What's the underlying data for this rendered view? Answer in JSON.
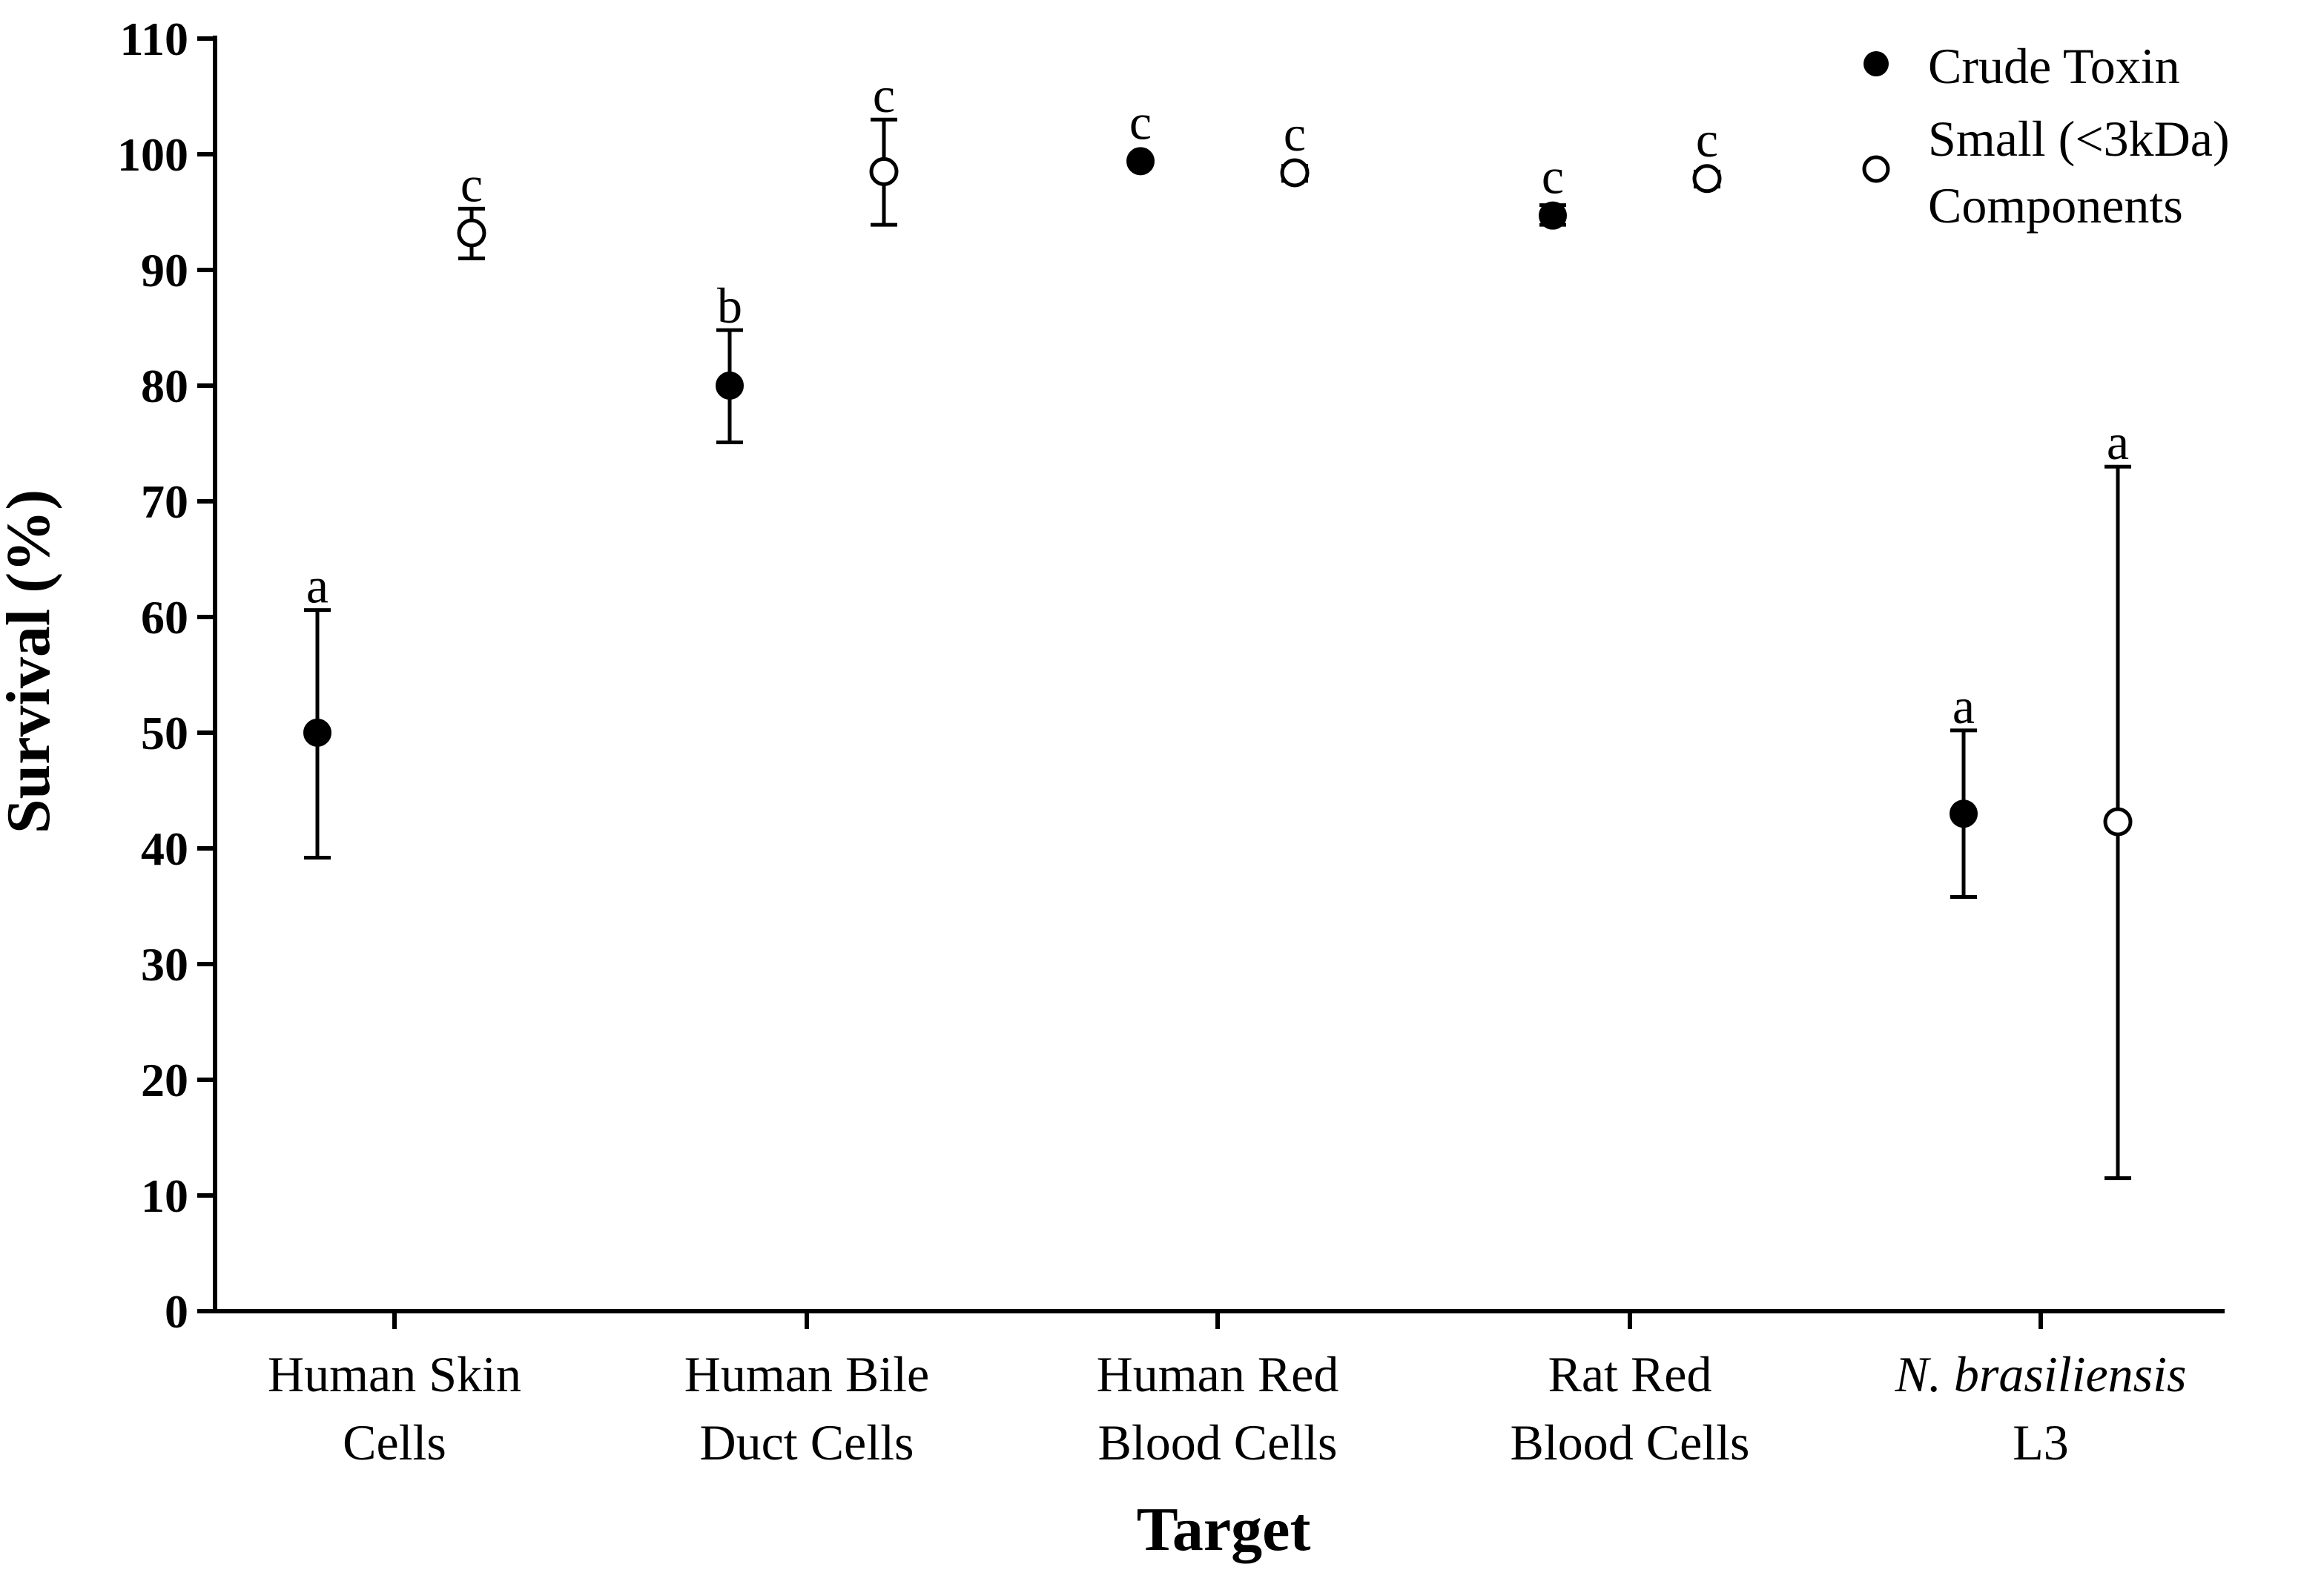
{
  "chart_data": {
    "type": "scatter",
    "title": "",
    "xlabel": "Target",
    "ylabel": "Survival (%)",
    "ylim": [
      0,
      110
    ],
    "yticks": [
      0,
      10,
      20,
      30,
      40,
      50,
      60,
      70,
      80,
      90,
      100,
      110
    ],
    "grid": false,
    "legend_position": "top-right",
    "categories": [
      {
        "lines": [
          "Human Skin",
          "Cells"
        ]
      },
      {
        "lines": [
          "Human Bile",
          "Duct Cells"
        ]
      },
      {
        "lines": [
          "Human Red",
          "Blood Cells"
        ]
      },
      {
        "lines": [
          "Rat Red",
          "Blood Cells"
        ]
      },
      {
        "lines": [
          "N. brasiliensis",
          "L3"
        ],
        "italic_first_line": true
      }
    ],
    "series": [
      {
        "name": "Crude Toxin",
        "legend_lines": [
          "Crude Toxin"
        ],
        "marker": "filled-circle",
        "color": "#000000",
        "values": [
          50.0,
          80.0,
          99.4,
          94.7,
          43.0
        ],
        "error": [
          [
            39.2,
            60.6
          ],
          [
            75.1,
            84.8
          ],
          null,
          [
            93.9,
            95.6
          ],
          [
            35.8,
            50.2
          ]
        ],
        "labels": [
          "a",
          "b",
          "c",
          "c",
          "a"
        ]
      },
      {
        "name": "Small (<3kDa) Components",
        "legend_lines": [
          "Small (<3kDa)",
          "Components"
        ],
        "marker": "open-circle",
        "color": "#000000",
        "values": [
          93.2,
          98.5,
          98.4,
          97.9,
          42.3
        ],
        "error": [
          [
            91.0,
            95.3
          ],
          [
            93.9,
            103.0
          ],
          [
            97.7,
            99.0
          ],
          [
            97.2,
            98.5
          ],
          [
            11.5,
            73.0
          ]
        ],
        "labels": [
          "c",
          "c",
          "c",
          "c",
          "a"
        ]
      }
    ]
  }
}
